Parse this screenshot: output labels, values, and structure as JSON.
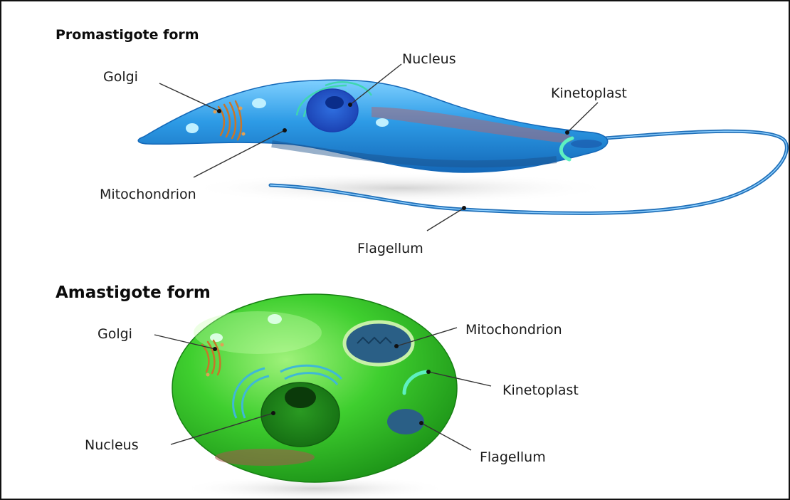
{
  "promastigote": {
    "title": "Promastigote form",
    "labels": {
      "nucleus": "Nucleus",
      "golgi": "Golgi",
      "kinetoplast": "Kinetoplast",
      "mitochondrion": "Mitochondrion",
      "flagellum": "Flagellum"
    }
  },
  "amastigote": {
    "title": "Amastigote form",
    "labels": {
      "golgi": "Golgi",
      "mitochondrion": "Mitochondrion",
      "kinetoplast": "Kinetoplast",
      "nucleus": "Nucleus",
      "flagellum": "Flagellum"
    }
  },
  "colors": {
    "promastigote_body": "#2d9be6",
    "amastigote_body": "#2fc22b",
    "flagellum": "#1f6fb8",
    "kinetoplast": "#5ef0c0",
    "golgi": "#c8762a",
    "leader_line": "#333333"
  }
}
